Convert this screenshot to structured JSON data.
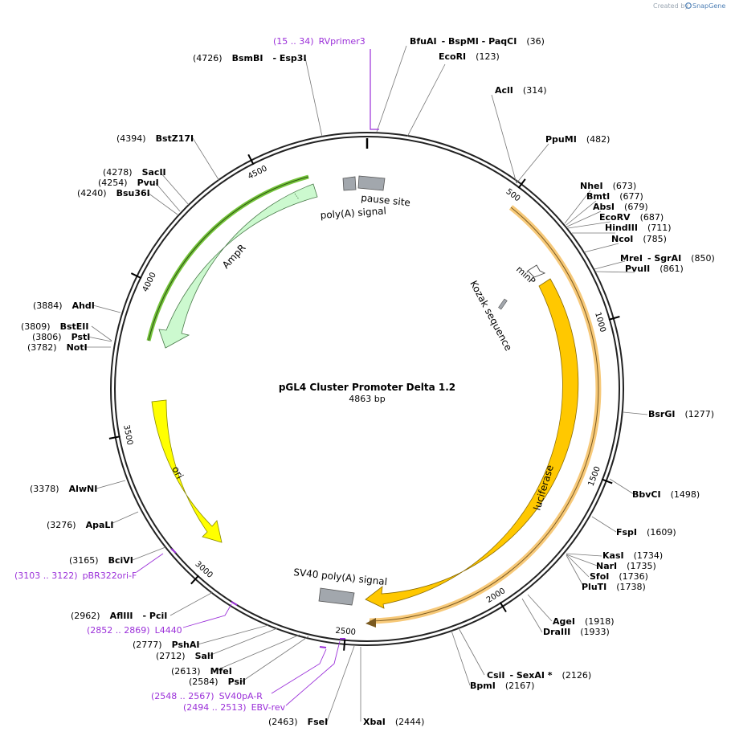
{
  "plasmid": {
    "name": "pGL4 Cluster Promoter Delta 1.2",
    "length_label": "4863 bp",
    "length": 4863
  },
  "credit": {
    "prefix": "Created by",
    "brand": "SnapGene"
  },
  "ticks": [
    "500",
    "1000",
    "1500",
    "2000",
    "2500",
    "3000",
    "3500",
    "4000",
    "4500"
  ],
  "sites": [
    {
      "id": "bfuai",
      "name": "BfuAI",
      "extra": "- BspMI   - PaqCI",
      "pos": "(36)"
    },
    {
      "id": "ecori",
      "name": "EcoRI",
      "pos": "(123)"
    },
    {
      "id": "acli",
      "name": "AclI",
      "pos": "(314)"
    },
    {
      "id": "ppumi",
      "name": "PpuMI",
      "pos": "(482)"
    },
    {
      "id": "nhei",
      "name": "NheI",
      "pos": "(673)"
    },
    {
      "id": "bmti",
      "name": "BmtI",
      "pos": "(677)"
    },
    {
      "id": "absi",
      "name": "AbsI",
      "pos": "(679)"
    },
    {
      "id": "ecorv",
      "name": "EcoRV",
      "pos": "(687)"
    },
    {
      "id": "hindiii",
      "name": "HindIII",
      "pos": "(711)"
    },
    {
      "id": "ncoi",
      "name": "NcoI",
      "pos": "(785)"
    },
    {
      "id": "mrei",
      "name": "MreI",
      "extra": "- SgrAI",
      "pos": "(850)"
    },
    {
      "id": "pvuii",
      "name": "PvuII",
      "pos": "(861)"
    },
    {
      "id": "bsrgi",
      "name": "BsrGI",
      "pos": "(1277)"
    },
    {
      "id": "bbvci",
      "name": "BbvCI",
      "pos": "(1498)"
    },
    {
      "id": "fspi",
      "name": "FspI",
      "pos": "(1609)"
    },
    {
      "id": "kasi",
      "name": "KasI",
      "pos": "(1734)"
    },
    {
      "id": "nari",
      "name": "NarI",
      "pos": "(1735)"
    },
    {
      "id": "sfoi",
      "name": "SfoI",
      "pos": "(1736)"
    },
    {
      "id": "plutI",
      "name": "PluTI",
      "pos": "(1738)"
    },
    {
      "id": "agei",
      "name": "AgeI",
      "pos": "(1918)"
    },
    {
      "id": "draiii",
      "name": "DraIII",
      "pos": "(1933)"
    },
    {
      "id": "csii",
      "name": "CsiI",
      "extra": "- SexAI *",
      "pos": "(2126)"
    },
    {
      "id": "bpmi",
      "name": "BpmI",
      "pos": "(2167)"
    },
    {
      "id": "xbai",
      "name": "XbaI",
      "pos": "(2444)"
    },
    {
      "id": "fsei",
      "name": "FseI",
      "pos": "(2463)"
    },
    {
      "id": "psii",
      "name": "PsiI",
      "pos": "(2584)"
    },
    {
      "id": "mfei",
      "name": "MfeI",
      "pos": "(2613)"
    },
    {
      "id": "sali",
      "name": "SalI",
      "pos": "(2712)"
    },
    {
      "id": "pshai",
      "name": "PshAI",
      "pos": "(2777)"
    },
    {
      "id": "afliii",
      "name": "AflIII",
      "extra": "- PciI",
      "pos": "(2962)"
    },
    {
      "id": "bcivi",
      "name": "BciVI",
      "pos": "(3165)"
    },
    {
      "id": "apali",
      "name": "ApaLI",
      "pos": "(3276)"
    },
    {
      "id": "alwni",
      "name": "AlwNI",
      "pos": "(3378)"
    },
    {
      "id": "noti",
      "name": "NotI",
      "pos": "(3782)"
    },
    {
      "id": "psti",
      "name": "PstI",
      "pos": "(3806)"
    },
    {
      "id": "bsteii",
      "name": "BstEII",
      "pos": "(3809)"
    },
    {
      "id": "ahdi",
      "name": "AhdI",
      "pos": "(3884)"
    },
    {
      "id": "bsu36i",
      "name": "Bsu36I",
      "pos": "(4240)"
    },
    {
      "id": "pvui",
      "name": "PvuI",
      "pos": "(4254)"
    },
    {
      "id": "saci",
      "name": "SacII",
      "pos": "(4278)"
    },
    {
      "id": "bstz17i",
      "name": "BstZ17I",
      "pos": "(4394)"
    },
    {
      "id": "bsmbi",
      "name": "BsmBI",
      "extra": "- Esp3I",
      "pos": "(4726)"
    }
  ],
  "primers": [
    {
      "id": "rvprimer3",
      "range": "(15 .. 34)",
      "name": "RVprimer3"
    },
    {
      "id": "pbr322ori",
      "range": "(3103 .. 3122)",
      "name": "pBR322ori-F"
    },
    {
      "id": "l4440",
      "range": "(2852 .. 2869)",
      "name": "L4440"
    },
    {
      "id": "sv40pa-r",
      "range": "(2548 .. 2567)",
      "name": "SV40pA-R"
    },
    {
      "id": "ebv-rev",
      "range": "(2494 .. 2513)",
      "name": "EBV-rev"
    }
  ],
  "features": {
    "ampr": "AmpR",
    "ori": "ori",
    "luciferase": "luciferase",
    "minp": "minP",
    "kozak": "Kozak sequence",
    "pause_site": "pause site",
    "polya": "poly(A) signal",
    "sv40": "SV40 poly(A) signal"
  },
  "colors": {
    "ampr": "#ccf9cf",
    "ori": "#ffff00",
    "luciferase": "#ffc800",
    "orf_highlight": "#f7c979",
    "orf_green": "#74c43a",
    "terminator": "#a2a7ad",
    "primer": "#9b30d9"
  }
}
